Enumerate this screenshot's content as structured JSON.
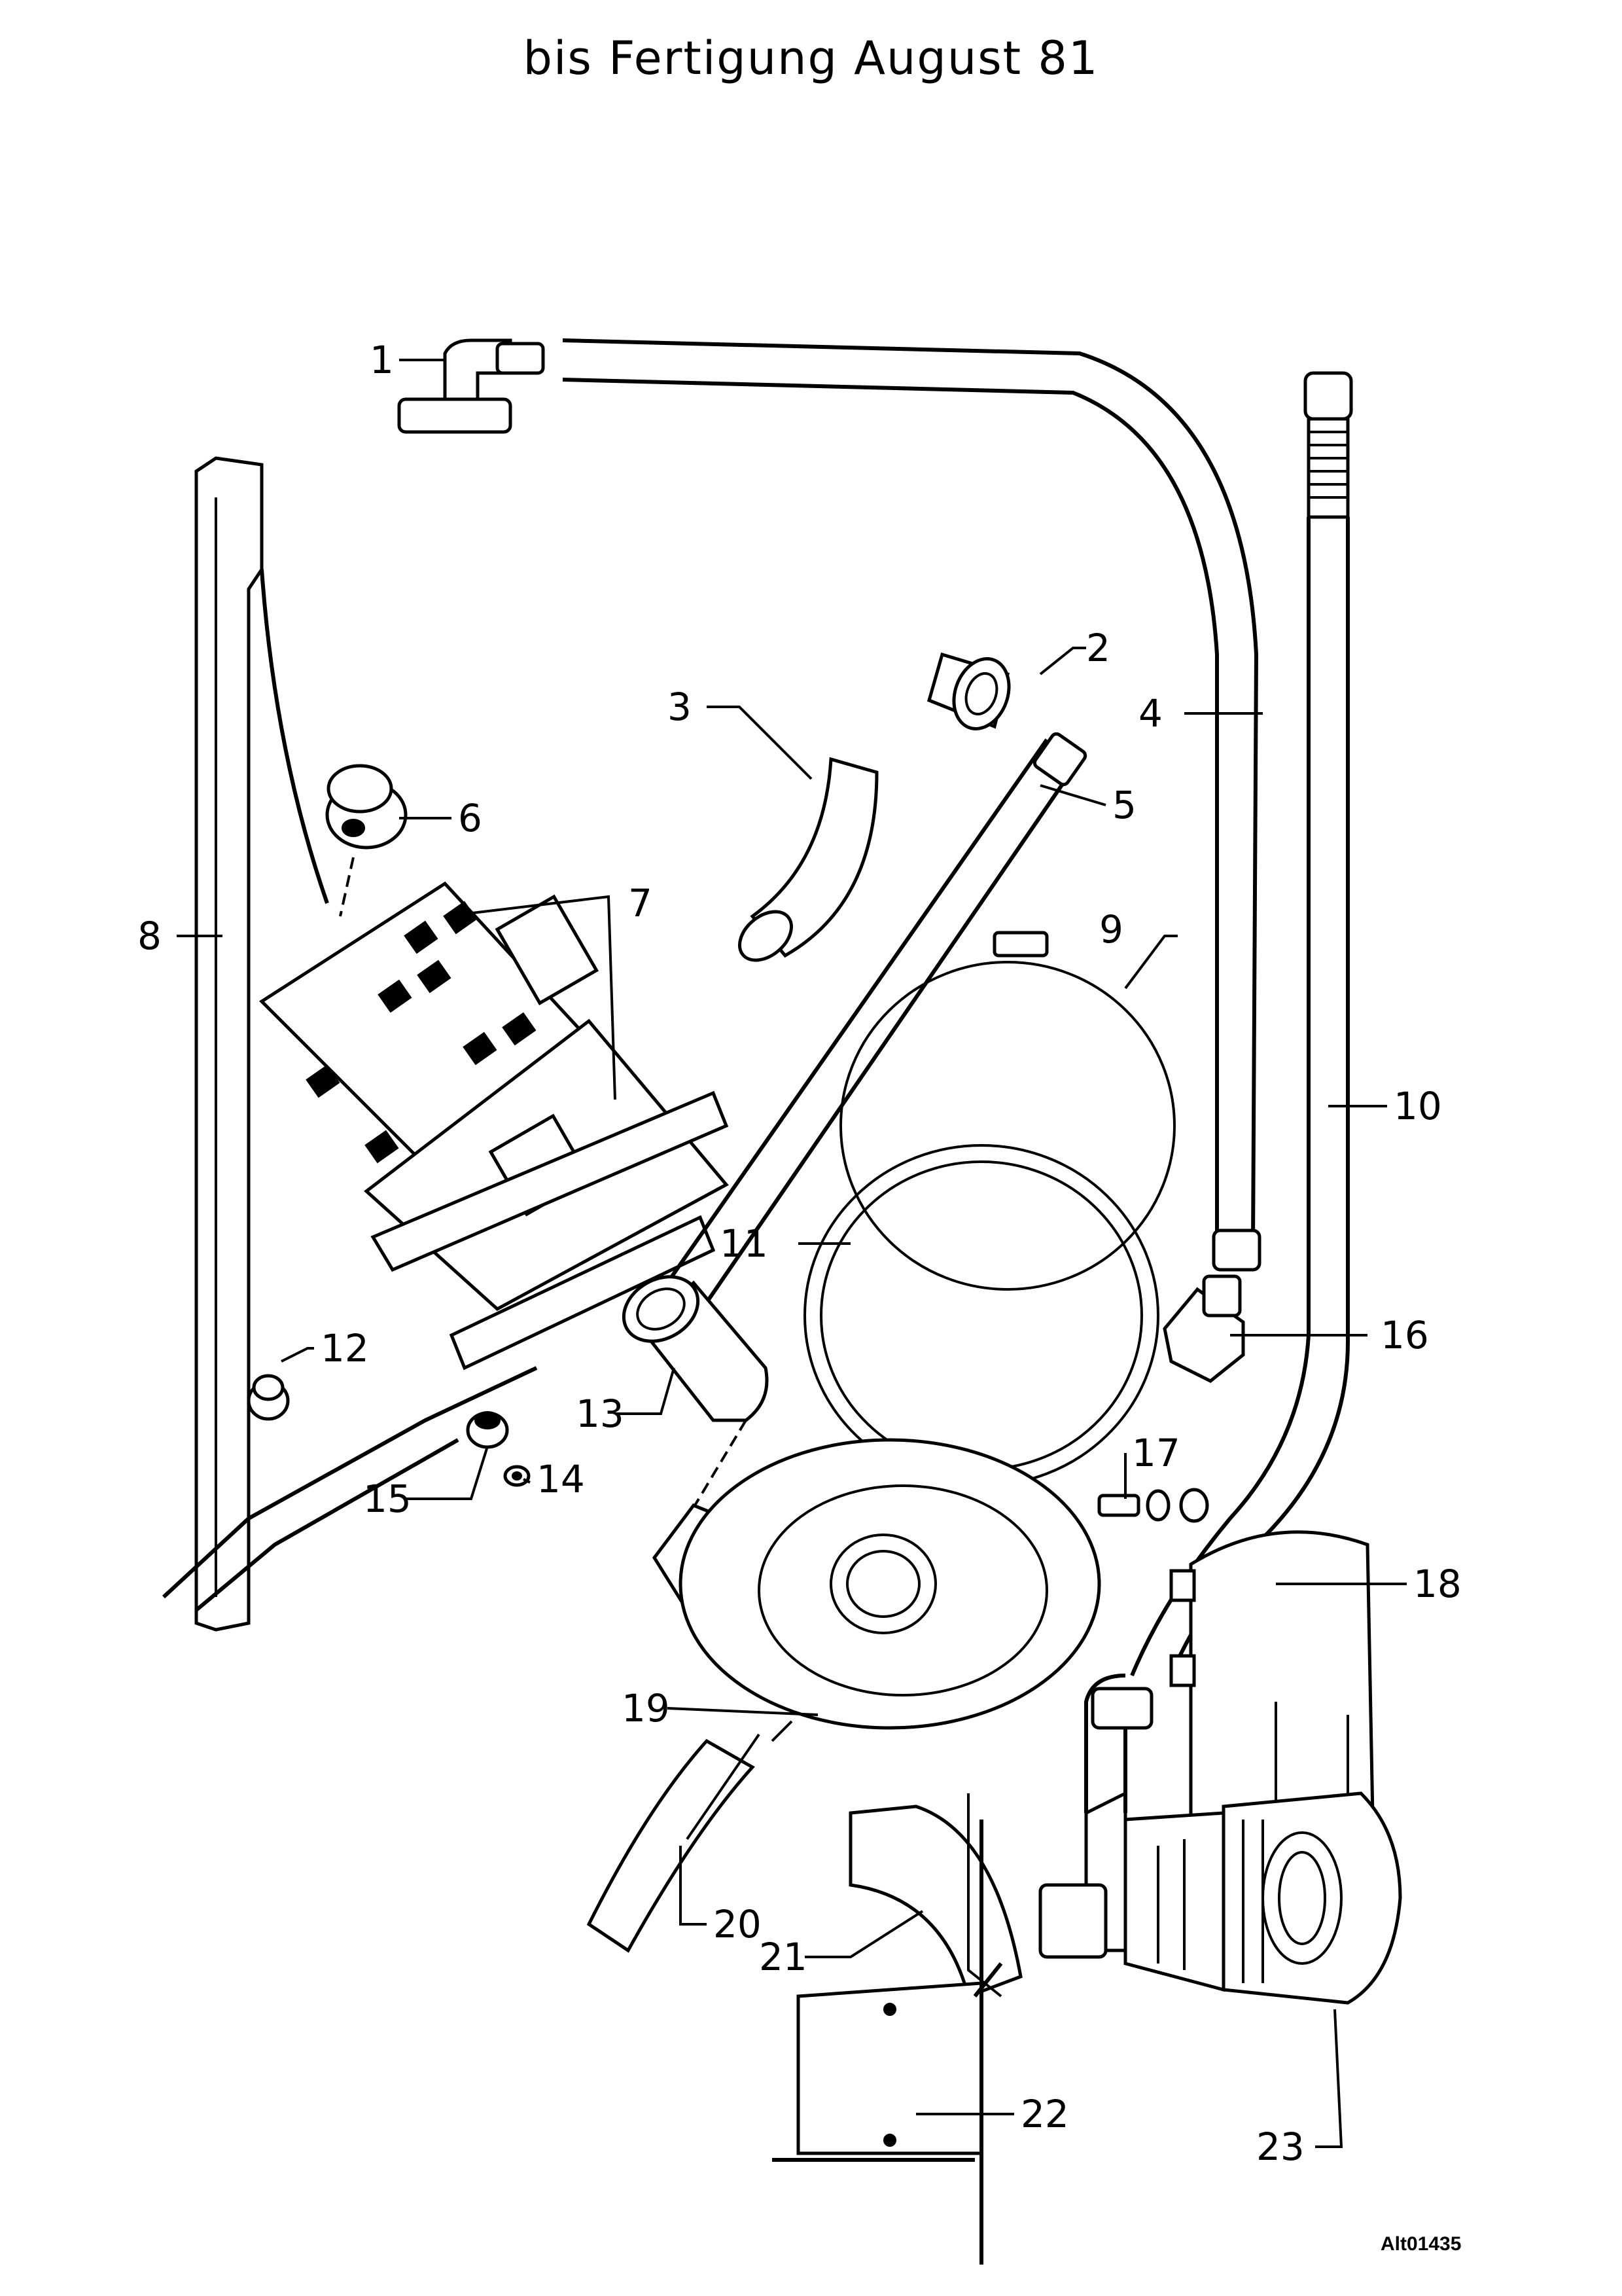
{
  "header": {
    "title": "bis Fertigung August 81"
  },
  "footer": {
    "drawing_code": "Alt01435"
  },
  "callouts": {
    "c1": "1",
    "c2": "2",
    "c3": "3",
    "c4": "4",
    "c5": "5",
    "c6": "6",
    "c7": "7",
    "c8": "8",
    "c9": "9",
    "c10": "10",
    "c11": "11",
    "c12": "12",
    "c13": "13",
    "c14": "14",
    "c15": "15",
    "c16": "16",
    "c17": "17",
    "c18": "18",
    "c19": "19",
    "c20": "20",
    "c21": "21",
    "c22": "22",
    "c23": "23"
  }
}
